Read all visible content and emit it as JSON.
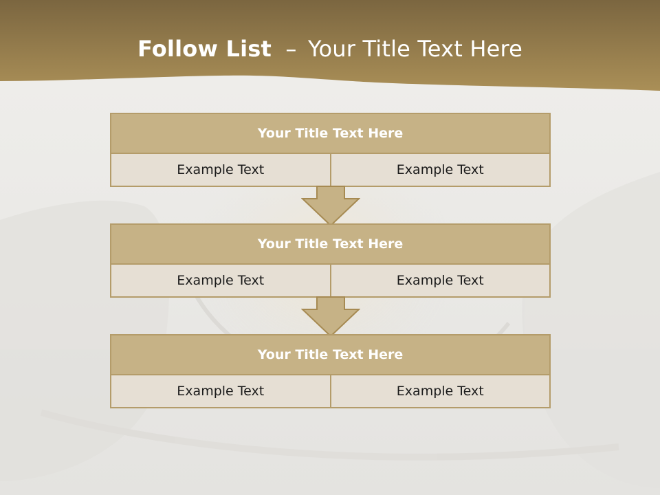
{
  "title": {
    "bold": "Follow List",
    "separator": "–",
    "rest": "Your Title Text Here"
  },
  "boxes": [
    {
      "heading": "Your Title Text Here",
      "left": "Example Text",
      "right": "Example Text"
    },
    {
      "heading": "Your Title Text Here",
      "left": "Example Text",
      "right": "Example Text"
    },
    {
      "heading": "Your Title Text Here",
      "left": "Example Text",
      "right": "Example Text"
    }
  ],
  "colors": {
    "header_band": "#a68a52",
    "box_header": "#c6b286",
    "box_body": "#e6dfd4",
    "border": "#b49c6a"
  }
}
